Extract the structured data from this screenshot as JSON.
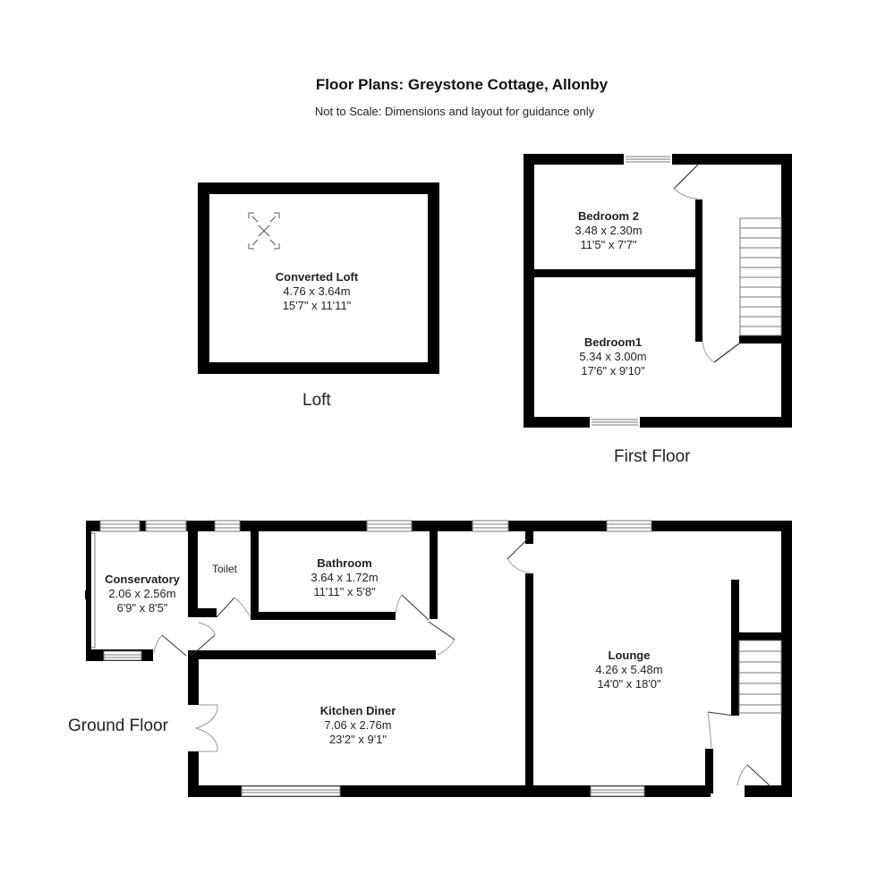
{
  "header": {
    "title": "Floor Plans: Greystone Cottage, Allonby",
    "subtitle": "Not to Scale: Dimensions and layout for guidance only"
  },
  "floors": {
    "loft": {
      "label": "Loft",
      "rooms": [
        {
          "name": "Converted Loft",
          "metric": "4.76 x 3.64m",
          "imperial": "15'7\" x 11'11\""
        }
      ],
      "features": [
        "skylight-icon"
      ]
    },
    "first": {
      "label": "First Floor",
      "rooms": [
        {
          "name": "Bedroom 2",
          "metric": "3.48 x 2.30m",
          "imperial": "11'5\" x 7'7\""
        },
        {
          "name": "Bedroom1",
          "metric": "5.34 x 3.00m",
          "imperial": "17'6\" x 9'10\""
        }
      ],
      "features": [
        "staircase-icon",
        "door-swing-icon",
        "window-icon"
      ]
    },
    "ground": {
      "label": "Ground Floor",
      "rooms": [
        {
          "name": "Conservatory",
          "metric": "2.06 x 2.56m",
          "imperial": "6'9\" x 8'5\""
        },
        {
          "name": "Toilet"
        },
        {
          "name": "Bathroom",
          "metric": "3.64 x 1.72m",
          "imperial": "11'11\" x 5'8\""
        },
        {
          "name": "Kitchen Diner",
          "metric": "7.06 x 2.76m",
          "imperial": "23'2\" x 9'1\""
        },
        {
          "name": "Lounge",
          "metric": "4.26 x 5.48m",
          "imperial": "14'0\" x 18'0\""
        }
      ],
      "features": [
        "staircase-icon",
        "door-swing-icon",
        "french-doors-icon",
        "window-icon"
      ]
    }
  },
  "colors": {
    "wall": "#000000",
    "background": "#ffffff",
    "text": "#222222"
  }
}
